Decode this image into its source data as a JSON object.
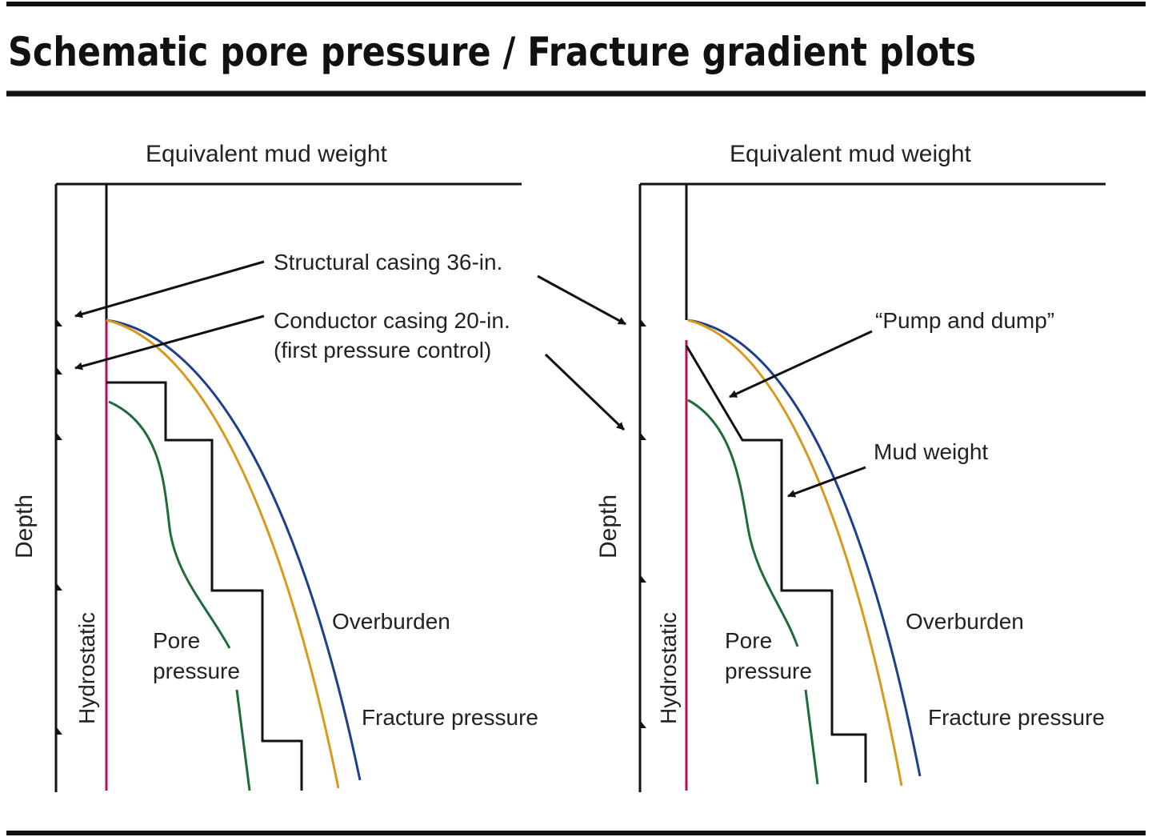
{
  "title": "Schematic pore pressure / Fracture gradient plots",
  "colors": {
    "rule": "#111111",
    "hydrostatic": "#b0125a",
    "pore_pressure": "#1f6b3a",
    "fracture_pressure": "#d79a1c",
    "overburden": "#1e3f8a",
    "mud_weight": "#111111",
    "text": "#222222"
  },
  "icons": [
    "casing-shoe-marker-icon",
    "arrow-icon"
  ],
  "left_panel": {
    "x_axis_label": "Equivalent mud weight",
    "y_axis_label": "Depth",
    "hydrostatic_label": "Hydrostatic",
    "pore_label_line1": "Pore",
    "pore_label_line2": "pressure",
    "overburden_label": "Overburden",
    "fracture_label": "Fracture pressure"
  },
  "right_panel": {
    "x_axis_label": "Equivalent mud weight",
    "y_axis_label": "Depth",
    "hydrostatic_label": "Hydrostatic",
    "pore_label_line1": "Pore",
    "pore_label_line2": "pressure",
    "overburden_label": "Overburden",
    "fracture_label": "Fracture pressure"
  },
  "annotations": {
    "structural_casing": "Structural casing 36-in.",
    "conductor_casing_line1": "Conductor casing 20-in.",
    "conductor_casing_line2": "(first pressure control)",
    "pump_and_dump": "“Pump and dump”",
    "mud_weight": "Mud weight"
  }
}
